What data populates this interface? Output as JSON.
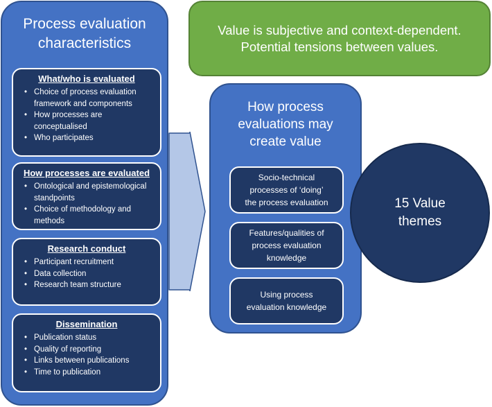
{
  "left_panel": {
    "title": "Process evaluation\ncharacteristics",
    "cards": [
      {
        "heading": "What/who is evaluated",
        "items": [
          "Choice of process evaluation framework and components",
          "How processes are conceptualised",
          "Who participates"
        ]
      },
      {
        "heading": "How processes are evaluated",
        "items": [
          "Ontological and epistemological standpoints",
          "Choice of methodology and methods"
        ]
      },
      {
        "heading": "Research conduct",
        "items": [
          "Participant recruitment",
          "Data collection",
          "Research team structure"
        ]
      },
      {
        "heading": "Dissemination",
        "items": [
          "Publication status",
          "Quality of reporting",
          "Links between publications",
          "Time to publication"
        ]
      }
    ]
  },
  "top_box": {
    "text": "Value is subjective and context-dependent.\nPotential tensions between values."
  },
  "mid_panel": {
    "title": "How process\nevaluations may\ncreate value",
    "cards": [
      "Socio-technical\nprocesses of ‘doing’\nthe process evaluation",
      "Features/qualities of\nprocess evaluation\nknowledge",
      "Using process\nevaluation knowledge"
    ]
  },
  "circle": {
    "text": "15 Value\nthemes"
  },
  "colors": {
    "panel_blue": "#4472c4",
    "card_navy": "#203864",
    "banner_green": "#70ad47",
    "arrow_fill": "#b4c7e7"
  }
}
